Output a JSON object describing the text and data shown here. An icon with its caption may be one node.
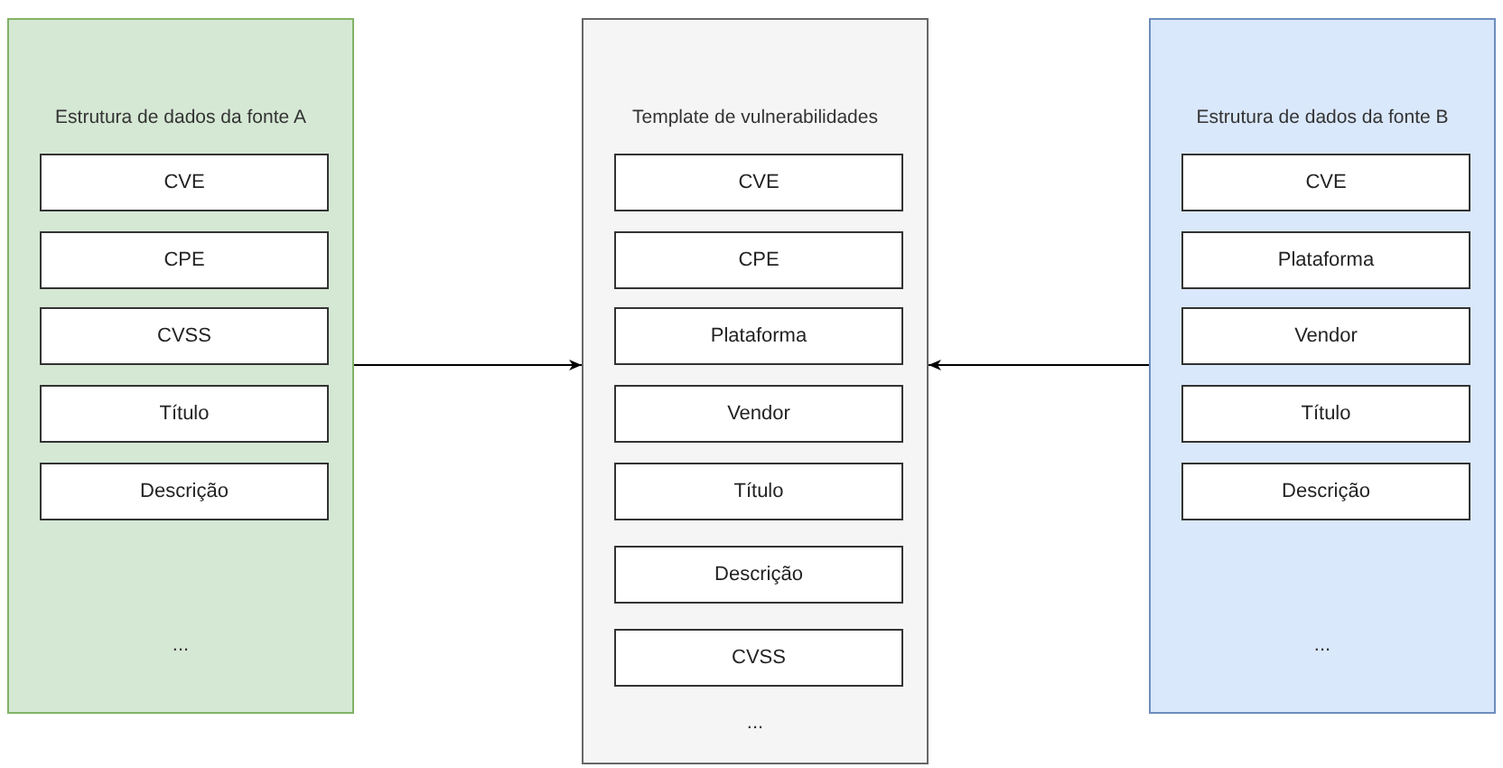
{
  "diagram": {
    "nodes": [
      {
        "text": [
          "Estrutura de dados da fonte A",
          "..."
        ]
      },
      {
        "text": [
          "CVE"
        ],
        "in": 0
      },
      {
        "text": [
          "CPE"
        ],
        "in": 0
      },
      {
        "text": [
          "CVSS"
        ],
        "in": 0
      },
      {
        "text": [
          "Título"
        ],
        "in": 0
      },
      {
        "text": [
          "Descrição"
        ],
        "in": 0
      },
      {
        "text": [
          "Template de vulnerabilidades",
          "..."
        ]
      },
      {
        "text": [
          "CVE"
        ],
        "in": 6
      },
      {
        "text": [
          "CPE"
        ],
        "in": 6
      },
      {
        "text": [
          "Plataforma"
        ],
        "in": 6
      },
      {
        "text": [
          "Vendor"
        ],
        "in": 6
      },
      {
        "text": [
          "Título"
        ],
        "in": 6
      },
      {
        "text": [
          "Descrição"
        ],
        "in": 6
      },
      {
        "text": [
          "CVSS"
        ],
        "in": 6
      },
      {
        "text": [
          "Estrutura de dados da fonte B",
          "..."
        ]
      },
      {
        "text": [
          "CVE"
        ],
        "in": 14
      },
      {
        "text": [
          "Plataforma"
        ],
        "in": 14
      },
      {
        "text": [
          "Vendor"
        ],
        "in": 14
      },
      {
        "text": [
          "Título"
        ],
        "in": 14
      },
      {
        "text": [
          "Descrição"
        ],
        "in": 14
      }
    ],
    "edges": [
      {
        "from": 0,
        "to": 6,
        "arrow": "to"
      },
      {
        "from": 14,
        "to": 6,
        "arrow": "to"
      }
    ]
  }
}
